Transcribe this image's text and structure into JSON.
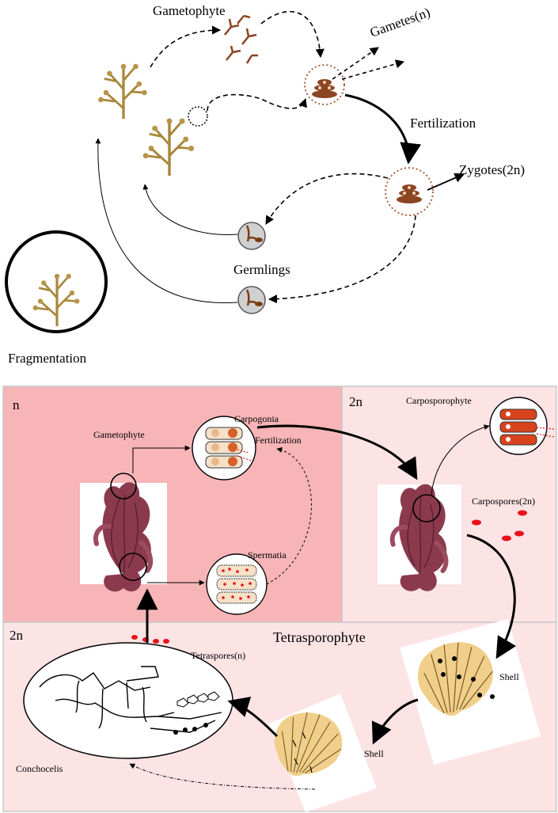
{
  "top": {
    "labels": {
      "gametophyte": "Gametophyte",
      "gametes": "Gametes(n)",
      "fertilization": "Fertilization",
      "zygotes": "Zygotes(2n)",
      "germlings": "Germlings",
      "fragmentation": "Fragmentation"
    }
  },
  "bottom": {
    "ploidy": {
      "haploid": "n",
      "diploid_right": "2n",
      "diploid_bottom": "2n"
    },
    "labels": {
      "gametophyte": "Gametophyte",
      "carpogonia": "Carpogonia",
      "fertilization": "Fertilization",
      "spermatia": "Spermatia",
      "carposporophyte": "Carposporophyte",
      "carpospores": "Carpospores(2n)",
      "tetrasporophyte": "Tetrasporophyte",
      "tetraspores": "Tetraspores(n)",
      "shell_upper": "Shell",
      "shell_lower": "Shell",
      "conchocelis": "Conchocelis"
    }
  },
  "colors": {
    "haploid_panel": "#f7b5b8",
    "diploid_panel": "#fce3e4",
    "panel_border": "#c8c8c8",
    "thallus_brown": "#a8873a",
    "red_algae": "#8b3a4e",
    "gamete_brown": "#8b4520",
    "spore_red": "#e8101a",
    "shell_tan": "#f0cf8a"
  }
}
